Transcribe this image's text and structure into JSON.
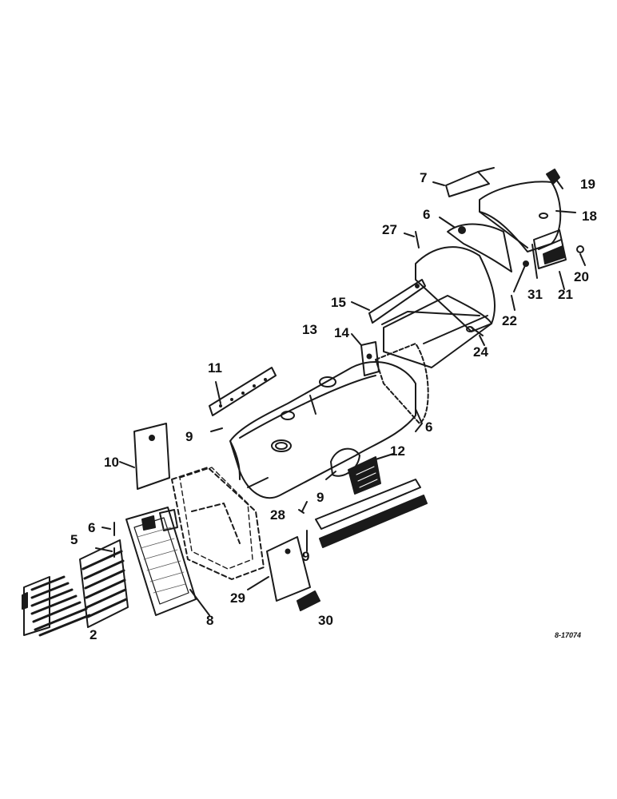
{
  "diagram": {
    "drawing_number": "8-17074",
    "callouts": {
      "c2": "2",
      "c5": "5",
      "c6a": "6",
      "c6b": "6",
      "c6c": "6",
      "c7": "7",
      "c8": "8",
      "c9a": "9",
      "c9b": "9",
      "c9c": "9",
      "c10": "10",
      "c11": "11",
      "c12": "12",
      "c13": "13",
      "c14": "14",
      "c15": "15",
      "c18": "18",
      "c19": "19",
      "c20": "20",
      "c21": "21",
      "c22": "22",
      "c24": "24",
      "c27": "27",
      "c28": "28",
      "c29": "29",
      "c30": "30",
      "c31": "31"
    }
  }
}
